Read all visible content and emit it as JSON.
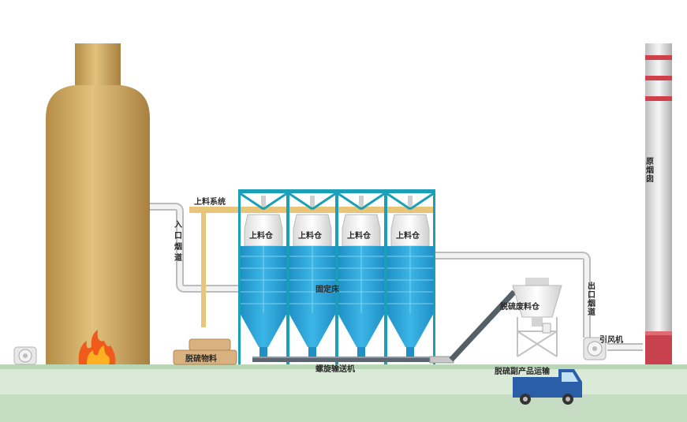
{
  "labels": {
    "feed_system": "上料系统",
    "inlet_flue": "入口烟道",
    "feed_bin": "上料仓",
    "fixed_bed": "固定床",
    "screw_conveyor": "螺旋输送机",
    "desulfurizer_material": "脱硫物料",
    "waste_bin": "脱硫废料仓",
    "outlet_flue": "出口烟道",
    "induced_fan": "引风机",
    "chimney": "原烟囱",
    "byproduct_transport": "脱硫副产品运输"
  },
  "colors": {
    "tower": "#d8b66f",
    "bin_blue": "#2ba6d8",
    "frame_teal": "#19a0b8",
    "ground": "#cfe3cf",
    "chimney_band": "#d0404a",
    "truck": "#2a5fa8"
  }
}
